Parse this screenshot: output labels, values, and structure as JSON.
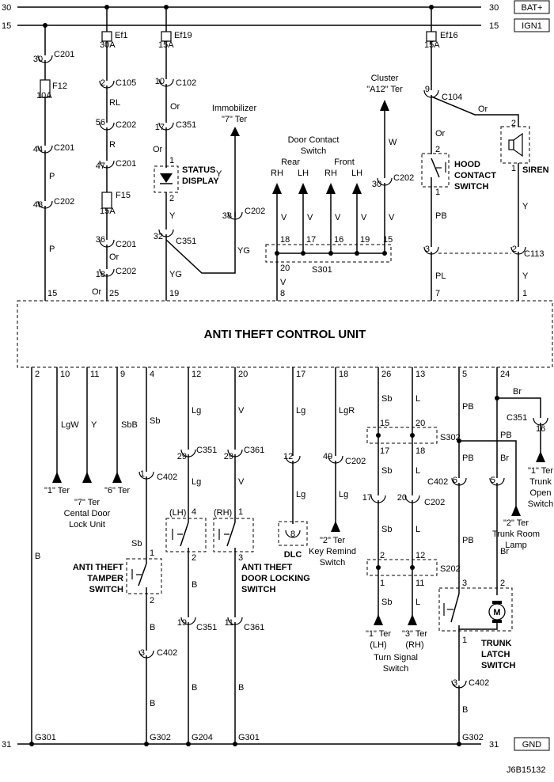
{
  "rails": {
    "bat_left": "30",
    "bat_right": "30",
    "bat_label": "BAT+",
    "ign_left": "15",
    "ign_right": "15",
    "ign_label": "IGN1",
    "gnd_left": "31",
    "gnd_right": "31",
    "gnd_label": "GND"
  },
  "control_unit": {
    "title": "ANTI THEFT CONTROL UNIT"
  },
  "fuses": {
    "ef1": "Ef1",
    "ef1_amp": "30A",
    "ef19": "Ef19",
    "ef19_amp": "15A",
    "ef16": "Ef16",
    "ef16_amp": "15A",
    "f12": "F12",
    "f12_amp": "10A",
    "f15": "F15",
    "f15_amp": "15A"
  },
  "connectors": {
    "c201": "C201",
    "c202": "C202",
    "c105": "C105",
    "c102": "C102",
    "c351": "C351",
    "c104": "C104",
    "c113": "C113",
    "c402": "C402",
    "c361": "C361",
    "s301": "S301",
    "s302": "S302",
    "s202": "S202"
  },
  "pins": {
    "p30": "30",
    "p44": "44",
    "p48": "48",
    "p2": "2",
    "p56": "56",
    "p47": "47",
    "p36": "36",
    "p18": "18",
    "p10": "10",
    "p17": "17",
    "p1": "1",
    "p32": "32",
    "p38": "38",
    "p9": "9",
    "p3": "3",
    "p20": "20",
    "p16": "16",
    "p19": "19",
    "p15": "15",
    "p12": "12",
    "p49": "49",
    "p29": "29",
    "p4": "4",
    "p11": "11",
    "p8": "8",
    "p6": "6",
    "p5": "5"
  },
  "wire_colors": {
    "p": "P",
    "rl": "RL",
    "r": "R",
    "or": "Or",
    "y": "Y",
    "yg": "YG",
    "w": "W",
    "v": "V",
    "pb": "PB",
    "pl": "PL",
    "b": "B",
    "lgw": "LgW",
    "sbb": "SbB",
    "sb": "Sb",
    "lg": "Lg",
    "lgr": "LgR",
    "l": "L",
    "br": "Br"
  },
  "cu_pins_top": {
    "t15": "15",
    "t25": "25",
    "t19": "19",
    "t8": "8",
    "t7": "7",
    "t1": "1"
  },
  "cu_pins_bottom": {
    "b2": "2",
    "b10": "10",
    "b11": "11",
    "b9": "9",
    "b4": "4",
    "b12": "12",
    "b20": "20",
    "b17": "17",
    "b18": "18",
    "b26": "26",
    "b13": "13",
    "b5": "5",
    "b24": "24"
  },
  "components": {
    "status_display_1": "STATUS",
    "status_display_2": "DISPLAY",
    "immobilizer_1": "Immobilizer",
    "immobilizer_2": "\"7\" Ter",
    "door_contact_1": "Door Contact",
    "door_contact_2": "Switch",
    "rear": "Rear",
    "front": "Front",
    "rh": "RH",
    "lh": "LH",
    "cluster_1": "Cluster",
    "cluster_2": "\"A12\" Ter",
    "hood_1": "HOOD",
    "hood_2": "CONTACT",
    "hood_3": "SWITCH",
    "siren": "SIREN",
    "ter1": "\"1\" Ter",
    "ter7": "\"7\" Ter",
    "ter6": "\"6\" Ter",
    "central_1": "Cental Door",
    "central_2": "Lock Unit",
    "tamper_1": "ANTI THEFT",
    "tamper_2": "TAMPER",
    "tamper_3": "SWITCH",
    "lh_paren": "(LH)",
    "rh_paren": "(RH)",
    "locking_1": "ANTI THEFT",
    "locking_2": "DOOR LOCKING",
    "locking_3": "SWITCH",
    "dlc": "DLC",
    "keyremind_1": "\"2\" Ter",
    "keyremind_2": "Key Remind",
    "keyremind_3": "Switch",
    "turn_lh_1": "\"1\" Ter",
    "turn_lh_2": "(LH)",
    "turn_rh_1": "\"3\" Ter",
    "turn_rh_2": "(RH)",
    "turn_sw_1": "Turn Signal",
    "turn_sw_2": "Switch",
    "trunk_open_1": "\"1\" Ter",
    "trunk_open_2": "Trunk",
    "trunk_open_3": "Open",
    "trunk_open_4": "Switch",
    "trunk_room_1": "\"2\" Ter",
    "trunk_room_2": "Trunk Room",
    "trunk_room_3": "Lamp",
    "latch_1": "TRUNK",
    "latch_2": "LATCH",
    "latch_3": "SWITCH",
    "motor": "M"
  },
  "grounds": {
    "g301": "G301",
    "g302": "G302",
    "g204": "G204"
  },
  "diagram_id": "J6B15132"
}
